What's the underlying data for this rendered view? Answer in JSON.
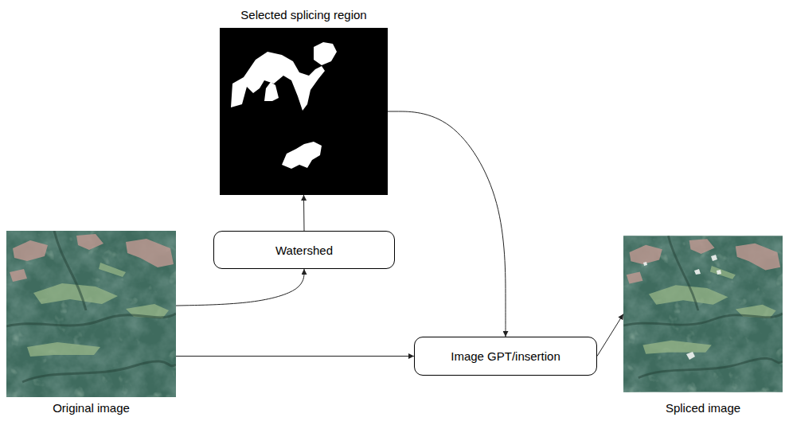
{
  "diagram": {
    "nodes": [
      {
        "text": [
          "Selected splicing region"
        ]
      },
      {
        "text": [
          "Watershed"
        ]
      },
      {
        "text": [
          "Original image"
        ]
      },
      {
        "text": [
          "Image GPT/insertion"
        ]
      },
      {
        "text": [
          "Spliced image"
        ]
      }
    ],
    "edges": [
      {
        "from": 2,
        "to": 1,
        "arrow": "to"
      },
      {
        "from": 1,
        "to": 0,
        "arrow": "to"
      },
      {
        "from": 0,
        "to": 3,
        "arrow": "to"
      },
      {
        "from": 2,
        "to": 3,
        "arrow": "to"
      },
      {
        "from": 3,
        "to": 4,
        "arrow": "to"
      }
    ]
  }
}
